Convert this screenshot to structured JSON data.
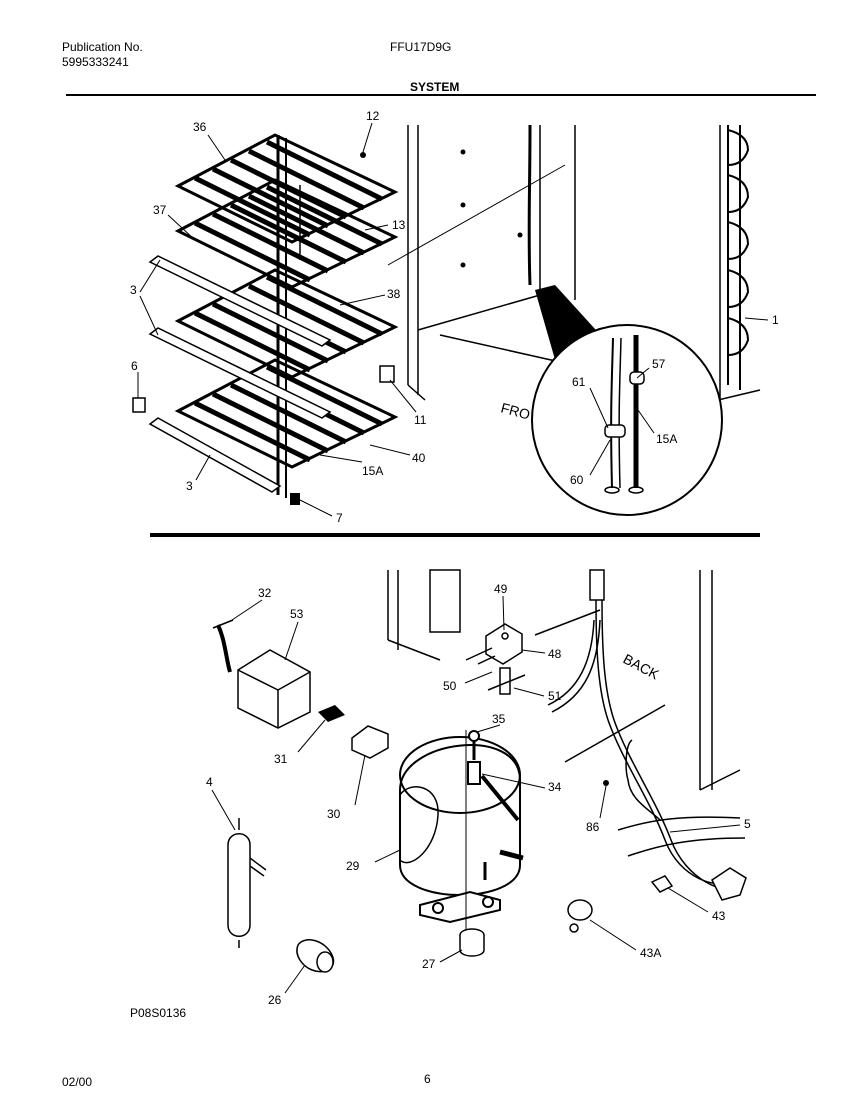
{
  "header": {
    "publication_label": "Publication No.",
    "publication_number": "5995333241",
    "model": "FFU17D9G",
    "section_title": "SYSTEM"
  },
  "footer": {
    "diagram_code": "P08S0136",
    "date": "02/00",
    "page_number": "6"
  },
  "top_callouts": [
    "36",
    "12",
    "37",
    "13",
    "3",
    "38",
    "1",
    "6",
    "57",
    "61",
    "15A",
    "11",
    "40",
    "15A",
    "3",
    "60",
    "7"
  ],
  "top_text": {
    "front": "FRO"
  },
  "bottom_callouts": [
    "32",
    "53",
    "49",
    "48",
    "50",
    "51",
    "31",
    "35",
    "30",
    "34",
    "4",
    "29",
    "86",
    "5",
    "43",
    "43A",
    "27",
    "26"
  ],
  "bottom_text": {
    "back": "BACK"
  }
}
